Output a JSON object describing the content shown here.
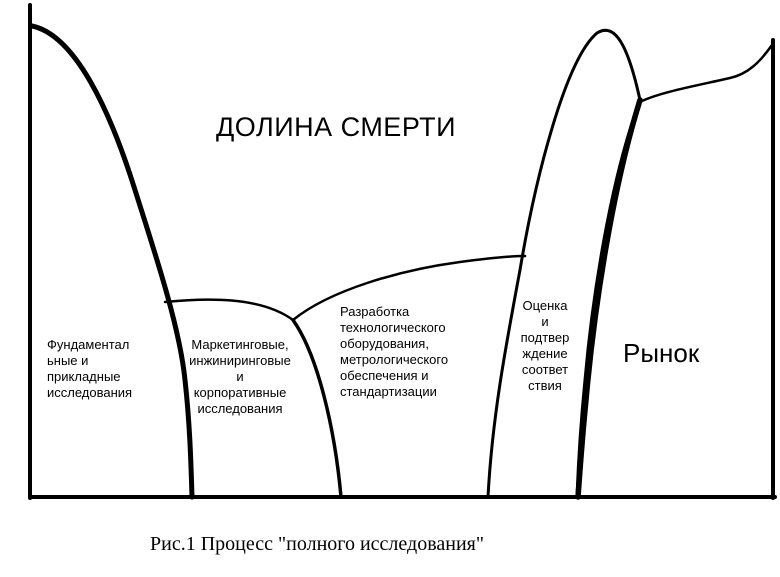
{
  "diagram": {
    "title": "ДОЛИНА СМЕРТИ",
    "regions": {
      "fundamental": "Фундаментал\nьные и\nприкладные\nисследования",
      "marketing": "Маркетинговые,\nинжиниринговые\nи\nкорпоративные\nисследования",
      "technology": "Разработка\nтехнологического\nоборудования,\nметрологического\nобеспечения и\nстандартизации",
      "assessment": "Оценка\nи\nподтвер\nждение\nсоответ\nствия",
      "market": "Рынок"
    },
    "caption": "Рис.1 Процесс \"полного исследования\""
  }
}
